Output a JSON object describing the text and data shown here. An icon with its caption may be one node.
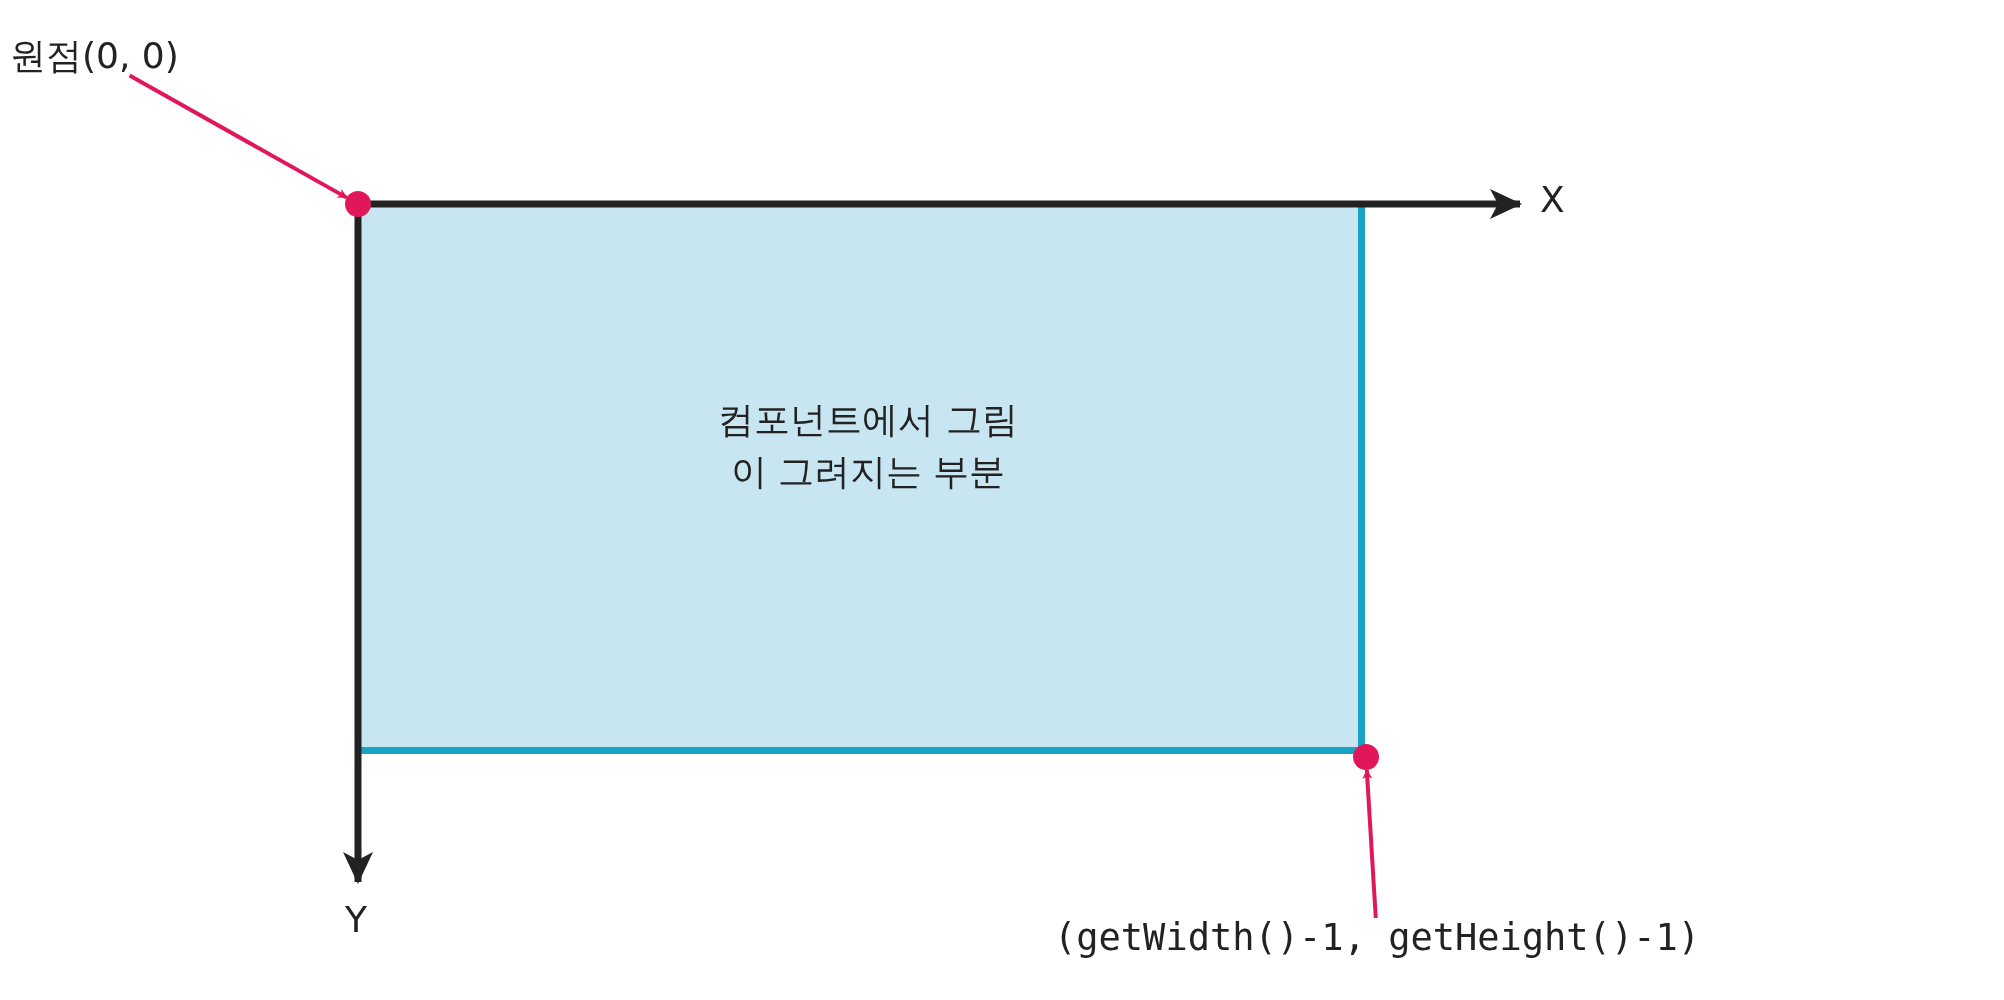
{
  "diagram": {
    "nodes": [
      {
        "text": [
          "원점(0, 0)"
        ]
      },
      {
        "text": [],
        "shape": "circle"
      },
      {
        "text": [
          "컴포넌트에서 그림이 그려지는 부분"
        ]
      },
      {
        "text": [],
        "shape": "circle"
      },
      {
        "text": [
          "(getWidth()-1, getHeight()-1)"
        ]
      }
    ],
    "edges": [
      {
        "from": 0,
        "to": 1,
        "arrow": "to"
      },
      {
        "from": 4,
        "to": 3,
        "arrow": "to"
      }
    ],
    "labels": [
      "X",
      "Y"
    ]
  }
}
